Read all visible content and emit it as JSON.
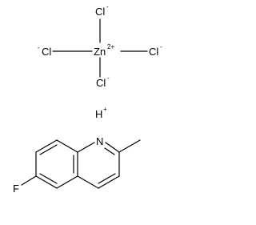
{
  "colors": {
    "ink": "#000000",
    "background": "#ffffff"
  },
  "zinc_complex": {
    "center": {
      "symbol": "Zn",
      "charge": "2+"
    },
    "ligand_top": {
      "symbol": "Cl",
      "charge": "-"
    },
    "ligand_left": {
      "symbol": "Cl",
      "charge": "-"
    },
    "ligand_right": {
      "symbol": "Cl",
      "charge": "-"
    },
    "ligand_bottom": {
      "symbol": "Cl",
      "charge": "-"
    }
  },
  "proton": {
    "symbol": "H",
    "charge": "+"
  },
  "quinoline": {
    "nitrogen": "N",
    "fluorine": "F"
  }
}
